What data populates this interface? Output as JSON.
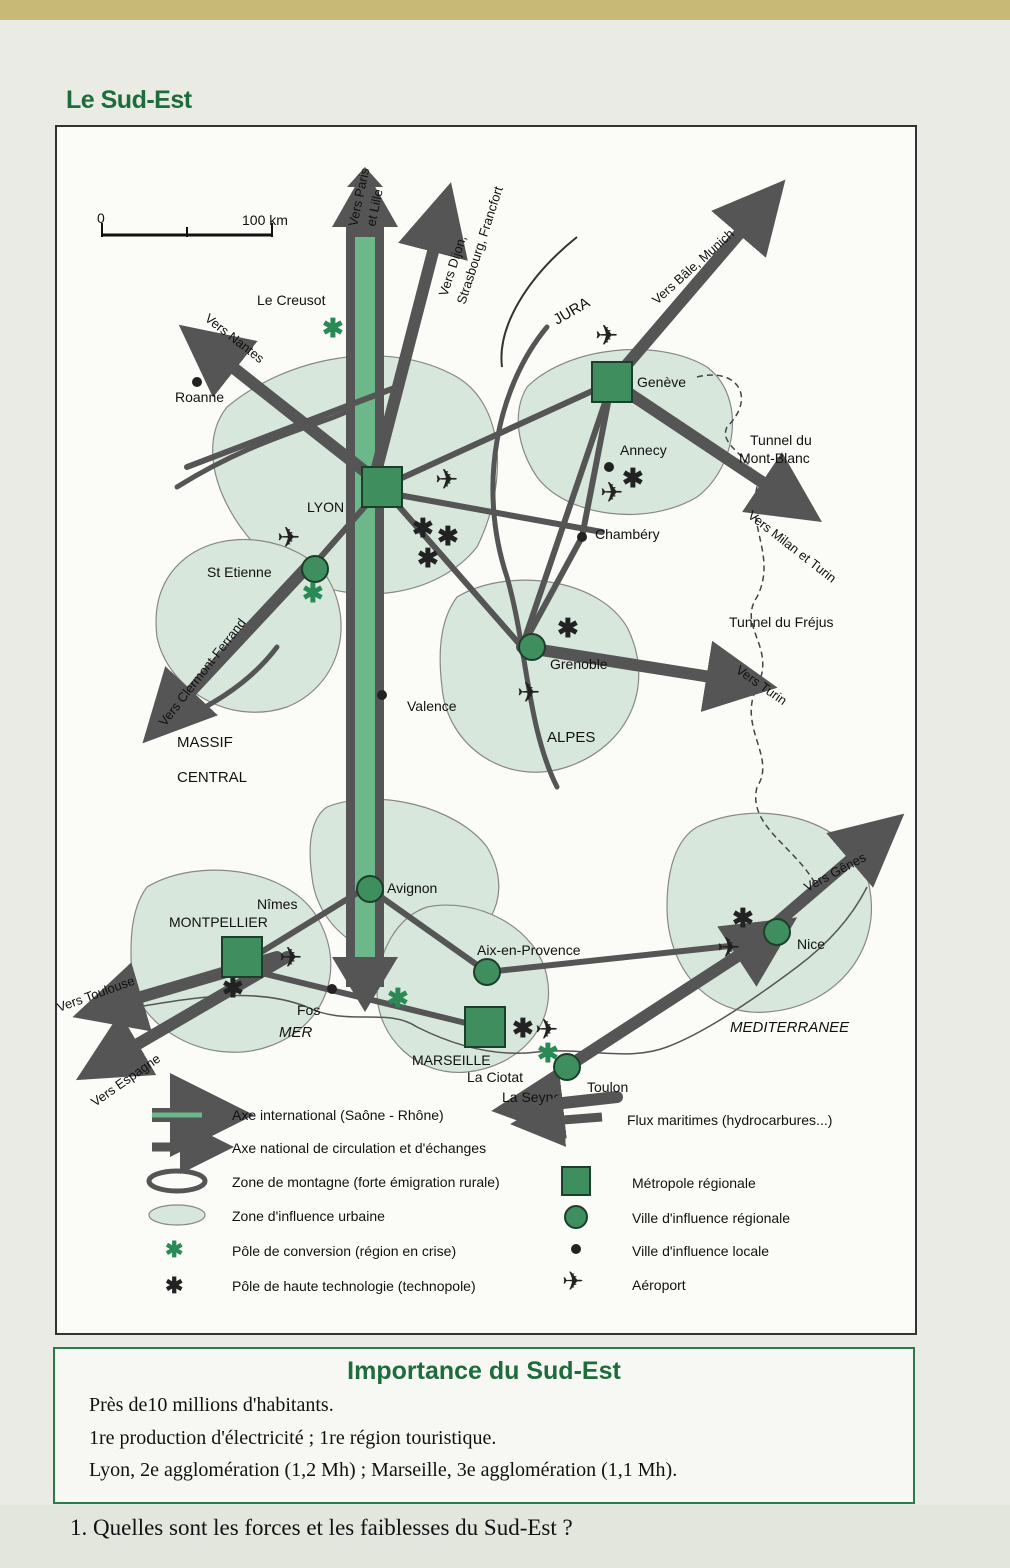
{
  "title": "Le Sud-Est",
  "scale": {
    "zero": "0",
    "distance": "100 km"
  },
  "places": {
    "le_creusot": "Le Creusot",
    "roanne": "Roanne",
    "lyon": "LYON",
    "st_etienne": "St Etienne",
    "geneve": "Genève",
    "annecy": "Annecy",
    "chambery": "Chambéry",
    "grenoble": "Grenoble",
    "valence": "Valence",
    "avignon": "Avignon",
    "nimes": "Nîmes",
    "montpellier": "MONTPELLIER",
    "aix": "Aix-en-Provence",
    "fos": "Fos",
    "marseille": "MARSEILLE",
    "la_ciotat": "La Ciotat",
    "la_seyne": "La Seyne",
    "toulon": "Toulon",
    "nice": "Nice"
  },
  "regions": {
    "jura": "JURA",
    "alpes": "ALPES",
    "massif": "MASSIF",
    "central": "CENTRAL",
    "mer": "MER",
    "mediterranee": "MEDITERRANEE"
  },
  "features": {
    "tunnel_mb_1": "Tunnel du",
    "tunnel_mb_2": "Mont-Blanc",
    "tunnel_frejus": "Tunnel du Fréjus"
  },
  "routes": {
    "paris_1": "Vers Paris",
    "paris_2": "et Lille",
    "dijon_1": "Vers Dijon,",
    "dijon_2": "Strasbourg, Francfort",
    "bale": "Vers Bâle, Munich",
    "nantes": "Vers Nantes",
    "milan": "Vers Milan et Turin",
    "turin": "Vers Turin",
    "clermont": "Vers Clermont-Ferrand",
    "genes": "Vers Gênes",
    "toulouse": "Vers Toulouse",
    "espagne": "Vers Espagne"
  },
  "legend": {
    "axe_international": "Axe international (Saône - Rhône)",
    "axe_national": "Axe national de circulation et d'échanges",
    "montagne": "Zone de montagne (forte émigration rurale)",
    "influence_urbaine": "Zone d'influence urbaine",
    "conversion": "Pôle de conversion (région en crise)",
    "technopole": "Pôle de haute technologie (technopole)",
    "flux": "Flux maritimes (hydrocarbures...)",
    "metropole": "Métropole régionale",
    "ville_regionale": "Ville d'influence régionale",
    "ville_locale": "Ville d'influence locale",
    "aeroport": "Aéroport"
  },
  "importance": {
    "title": "Importance du Sud-Est",
    "line1": "Près de10 millions d'habitants.",
    "line2": "1re production d'électricité ; 1re région touristique.",
    "line3": "Lyon, 2e agglomération (1,2 Mh) ; Marseille, 3e agglomération (1,1 Mh)."
  },
  "question": "1. Quelles sont les forces et les faiblesses du Sud-Est ?",
  "colors": {
    "green_dark": "#1e6b3c",
    "green_fill": "#3f8f5e",
    "zone": "#d7e7dc",
    "arrow": "#555555"
  }
}
